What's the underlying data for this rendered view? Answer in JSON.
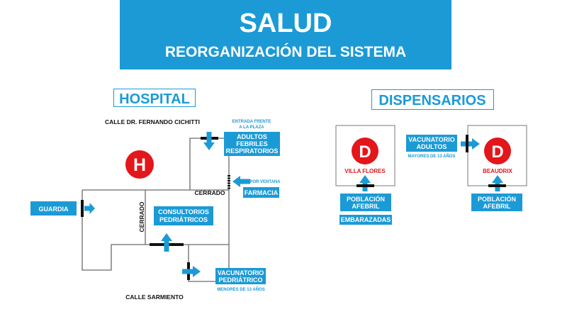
{
  "header": {
    "title": "SALUD",
    "subtitle": "REORGANIZACIÓN DEL SISTEMA"
  },
  "hospital": {
    "title": "HOSPITAL",
    "street_top": "CALLE DR. FERNANDO CICHITTI",
    "street_bottom": "CALLE SARMIENTO",
    "symbol": "H",
    "entrance_note": [
      "ENTRADA FRENTE",
      "A LA PLAZA"
    ],
    "adultos": [
      "ADULTOS",
      "FEBRILES",
      "RESPIRATORIOS"
    ],
    "por_ventana": "POR VENTANA",
    "farmacia": "FARMACIA",
    "guardia": "GUARDIA",
    "cerrado": "CERRADO",
    "consultorios": [
      "CONSULTORIOS",
      "PEDRIÁTRICOS"
    ],
    "vacunatorio": [
      "VACUNATORIO",
      "PEDRIÁTRICO"
    ],
    "vacunatorio_note": "MENORES DE 13 AÑOS"
  },
  "dispensarios": {
    "title": "DISPENSARIOS",
    "symbol": "D",
    "villa_flores": {
      "name": "VILLA FLORES",
      "poblacion": [
        "POBLACIÓN",
        "AFEBRIL"
      ],
      "embarazadas": "EMBARAZADAS"
    },
    "beaudrix": {
      "name": "BEAUDRIX",
      "poblacion": [
        "POBLACIÓN",
        "AFEBRIL"
      ]
    },
    "vacunatorio": [
      "VACUNATORIO",
      "ADULTOS"
    ],
    "vacunatorio_note": "MAYORES DE 13 AÑOS"
  },
  "colors": {
    "accent": "#1b9ad6",
    "symbol_red": "#e3161b"
  }
}
